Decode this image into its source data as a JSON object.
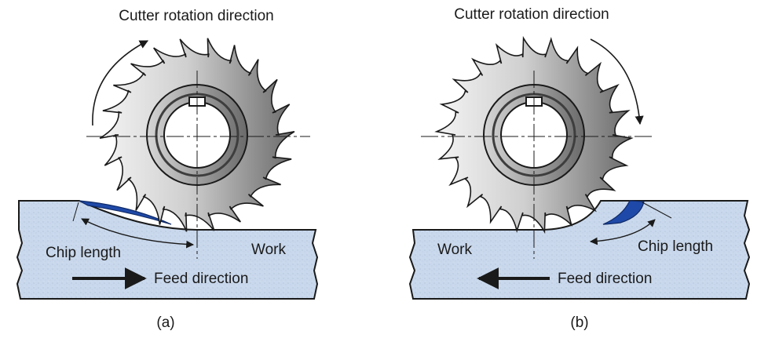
{
  "panels": [
    {
      "id": "a",
      "title": "Cutter rotation direction",
      "chip_label": "Chip length",
      "work_label": "Work",
      "feed_label": "Feed direction",
      "caption": "(a)"
    },
    {
      "id": "b",
      "title": "Cutter rotation direction",
      "chip_label": "Chip length",
      "work_label": "Work",
      "feed_label": "Feed direction",
      "caption": "(b)"
    }
  ],
  "colors": {
    "work_fill": "#c9d8ec",
    "work_edge": "#1a1a1a",
    "cutter_light": "#f2f2f2",
    "cutter_dark": "#6e6e6e",
    "hub_dark": "#555555",
    "chip": "#1f49a8",
    "ink": "#1a1a1a"
  },
  "icons": [
    "rotation-arrow-icon",
    "feed-arrow-icon",
    "chip-length-arrow-icon"
  ]
}
